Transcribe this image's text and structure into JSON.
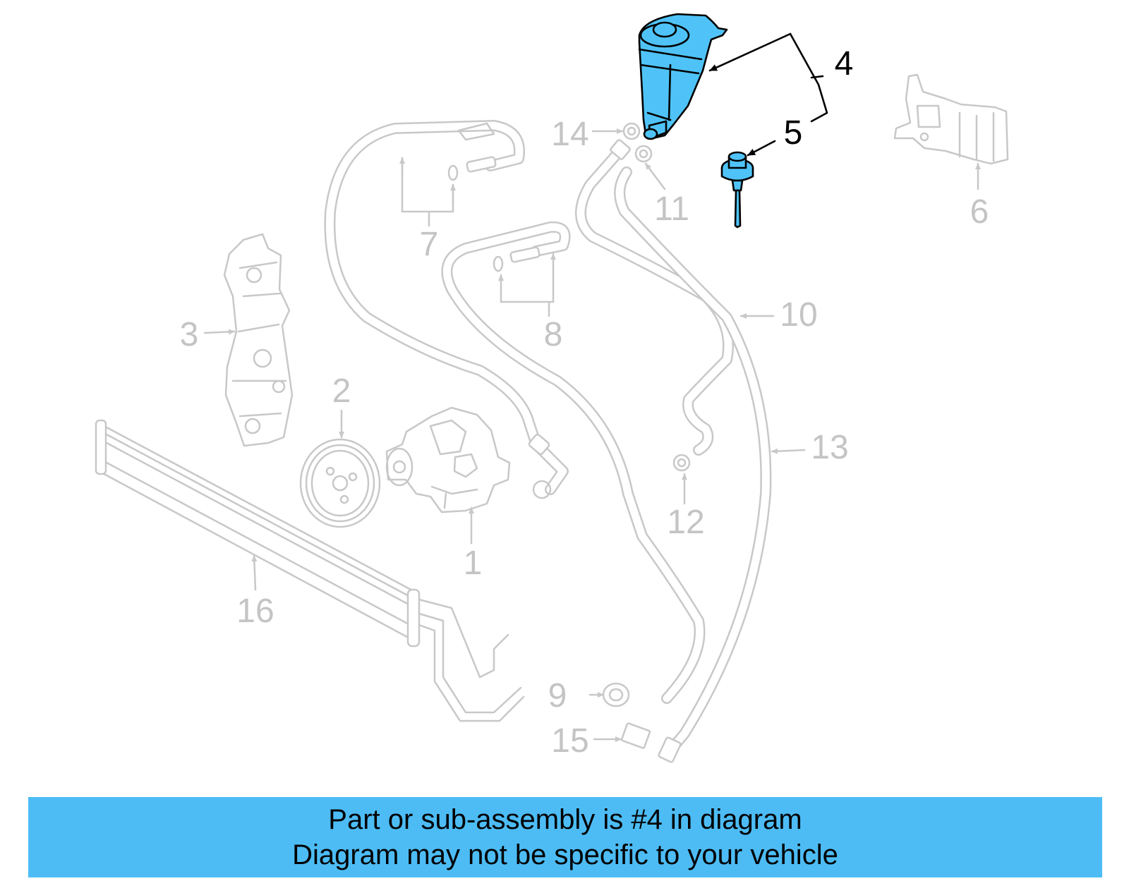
{
  "colors": {
    "highlight": "#4fc3f7",
    "banner_background": "#4dbcf5",
    "unhighlighted_parts": "#c8c8c8",
    "highlighted_outline": "#000000"
  },
  "callouts": [
    {
      "number": "1",
      "highlighted": false
    },
    {
      "number": "2",
      "highlighted": false
    },
    {
      "number": "3",
      "highlighted": false
    },
    {
      "number": "4",
      "highlighted": true
    },
    {
      "number": "5",
      "highlighted": true
    },
    {
      "number": "6",
      "highlighted": false
    },
    {
      "number": "7",
      "highlighted": false
    },
    {
      "number": "8",
      "highlighted": false
    },
    {
      "number": "9",
      "highlighted": false
    },
    {
      "number": "10",
      "highlighted": false
    },
    {
      "number": "11",
      "highlighted": false
    },
    {
      "number": "12",
      "highlighted": false
    },
    {
      "number": "13",
      "highlighted": false
    },
    {
      "number": "14",
      "highlighted": false
    },
    {
      "number": "15",
      "highlighted": false
    },
    {
      "number": "16",
      "highlighted": false
    }
  ],
  "banner": {
    "line1": "Part or sub-assembly is #4 in diagram",
    "line2": "Diagram may not be specific to your vehicle"
  }
}
